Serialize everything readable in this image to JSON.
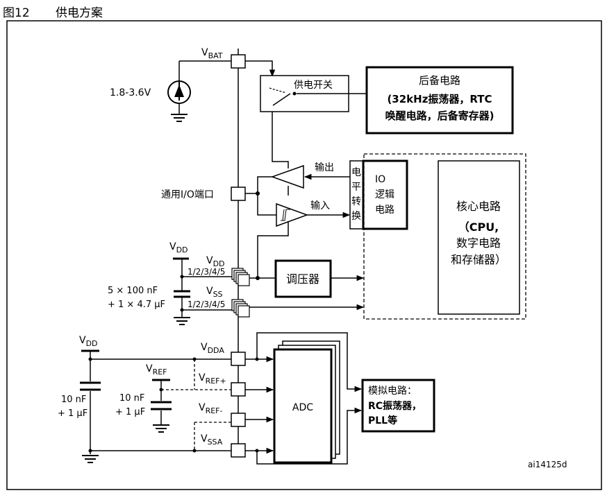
{
  "figure": {
    "number": "图12",
    "title": "供电方案"
  },
  "supply": {
    "vbat": {
      "main": "V",
      "sub": "BAT"
    },
    "battery_range": "1.8-3.6V",
    "switch": "供电开关",
    "backup_line1": "后备电路",
    "backup_line2": "(32kHz振荡器，RTC",
    "backup_line3": "唤醒电路，后备寄存器)"
  },
  "io": {
    "port_label": "通用I/O端口",
    "output": "输出",
    "input": "输入",
    "level_shift": [
      "电",
      "平",
      "转",
      "换"
    ],
    "logic": [
      "IO",
      "逻辑",
      "电路"
    ]
  },
  "core": {
    "title": "核心电路",
    "line1": "（CPU,",
    "line2": "数字电路",
    "line3": "和存储器）"
  },
  "power": {
    "vdd": {
      "main": "V",
      "sub": "DD"
    },
    "vss": {
      "main": "V",
      "sub": "SS"
    },
    "pins": "1/2/3/4/5",
    "caps_line1": "5 × 100 nF",
    "caps_line2": "+ 1 × 4.7 μF",
    "regulator": "调压器"
  },
  "analog": {
    "vdd": {
      "main": "V",
      "sub": "DD"
    },
    "vdda": {
      "main": "V",
      "sub": "DDA"
    },
    "vref": {
      "main": "V",
      "sub": "REF"
    },
    "vref_plus": {
      "main": "V",
      "sub": "REF+"
    },
    "vref_minus": {
      "main": "V",
      "sub": "REF-"
    },
    "vssa": {
      "main": "V",
      "sub": "SSA"
    },
    "cap1_line1": "10 nF",
    "cap1_line2": "+ 1 μF",
    "cap2_line1": "10 nF",
    "cap2_line2": "+ 1 μF",
    "adc": "ADC",
    "analog_line1": "模拟电路：",
    "analog_line2": "RC振荡器，",
    "analog_line3": "PLL等"
  },
  "figure_id": "ai14125d"
}
